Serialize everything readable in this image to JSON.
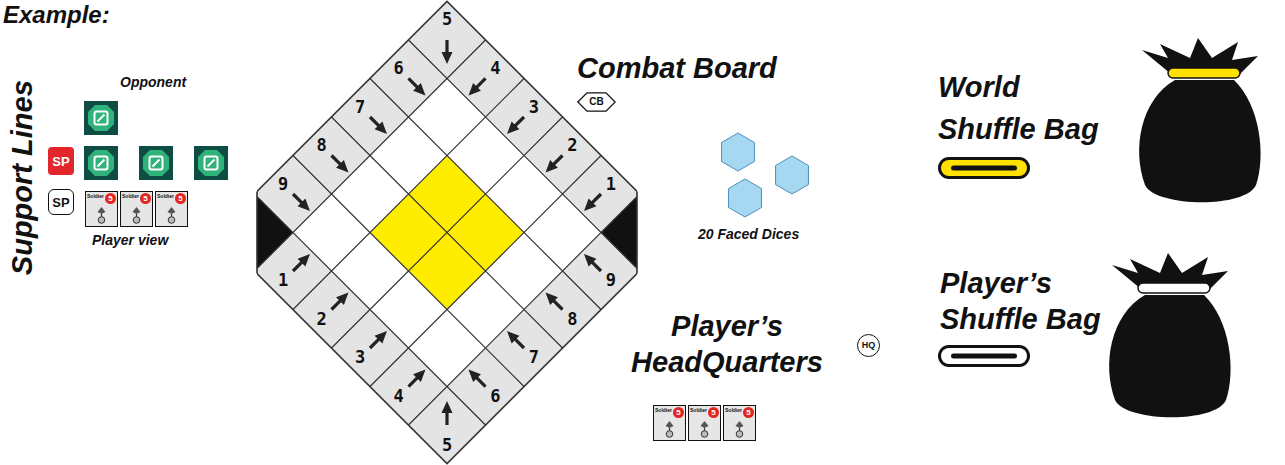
{
  "diagram": {
    "title": "Example:",
    "nodes": [
      {
        "text": [
          "SP"
        ]
      },
      {
        "text": [
          "SP"
        ]
      },
      {
        "text": [
          "Soldier",
          "5"
        ]
      },
      {
        "text": [
          "Soldier",
          "5"
        ]
      },
      {
        "text": [
          "Soldier",
          "5"
        ]
      },
      {
        "text": [
          "CB"
        ]
      },
      {
        "text": [
          "HQ"
        ]
      },
      {
        "text": [
          "Soldier",
          "5"
        ]
      },
      {
        "text": [
          "Soldier",
          "5"
        ]
      },
      {
        "text": [
          "Soldier",
          "5"
        ]
      }
    ],
    "labels": [
      "Opponent",
      "Support Lines",
      "Player view",
      "5",
      "6",
      "4",
      "7",
      "3",
      "8",
      "2",
      "9",
      "1",
      "1",
      "9",
      "2",
      "8",
      "3",
      "7",
      "4",
      "6",
      "5",
      "Combat Board",
      "20 Faced Dices",
      "Player’s HeadQuarters",
      "World Shuffle Bag",
      "Player’s Shuffle Bag"
    ]
  }
}
